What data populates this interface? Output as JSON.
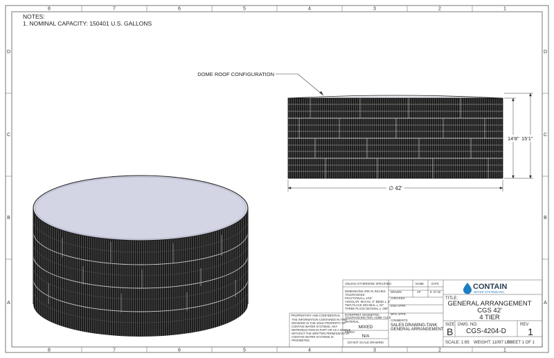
{
  "notes": {
    "heading": "NOTES:",
    "items": [
      "1. NOMINAL CAPACITY: 150401 U.S. GALLONS"
    ]
  },
  "zones": {
    "columns": [
      "8",
      "7",
      "6",
      "5",
      "4",
      "3",
      "2",
      "1"
    ],
    "rows": [
      "D",
      "C",
      "B",
      "A"
    ]
  },
  "callout": "DOME ROOF CONFIGURATION",
  "dimensions": {
    "height_inner": "14'8\"",
    "height_outer": "15'1\"",
    "diameter": "∅ 42'"
  },
  "title_block": {
    "company": "CONTAIN",
    "company_sub": "WATER SYSTEMS INC.",
    "title_label": "TITLE:",
    "title_lines": [
      "GENERAL ARRANGEMENT",
      "CGS 42'",
      "4 TIER"
    ],
    "size_label": "SIZE",
    "size": "B",
    "dwg_label": "DWG. NO.",
    "dwg_no": "CGS-4204-D",
    "rev_label": "REV",
    "rev": "1",
    "scale": "SCALE: 1:65",
    "weight": "WEIGHT: 11097 LBS",
    "sheet": "SHEET 1 OF 1",
    "unless": "UNLESS OTHERWISE SPECIFIED:",
    "name_col": "NAME",
    "date_col": "DATE",
    "dims_lines": [
      "DIMENSIONS ARE IN INCHES",
      "TOLERANCES:",
      "FRACTIONAL± 1/16\"",
      "ANGULAR: MACH± .5° BEND ± .5°",
      "TWO PLACE DECIMAL  ± .02\"",
      "THREE PLACE DECIMAL  ± .005\""
    ],
    "rows": [
      {
        "label": "DRAWN",
        "name": "AP",
        "date": "9. 27.18"
      },
      {
        "label": "CHECKED",
        "name": "",
        "date": ""
      },
      {
        "label": "ENG APPR.",
        "name": "",
        "date": ""
      },
      {
        "label": "MFG APPR.",
        "name": "",
        "date": ""
      }
    ],
    "interpret": [
      "INTERPRET GEOMETRIC",
      "TOLERANCING PER: ASME Y14.5"
    ],
    "material_label": "MATERIAL",
    "material": "MIXED",
    "finish_label": "FINISH",
    "finish": "N/A",
    "no_scale": "DO NOT SCALE DRAWING",
    "comments_label": "COMMENTS:",
    "comments": [
      "SALES DRAWING-TANK",
      "GENERAL ARRANGEMENT"
    ],
    "proprietary_title": "PROPRIETARY AND CONFIDENTIAL",
    "proprietary_lines": [
      "THE INFORMATION CONTAINED IN THIS",
      "DRAWING IS THE SOLE PROPERTY OF",
      "CONTAIN WATER SYSTEMS.  ANY",
      "REPRODUCTION IN PART OR AS A WHOLE",
      "WITHOUT THE WRITTEN PERMISSION OF",
      "CONTAIN WATER SYSTEMS IS",
      "PROHIBITED."
    ]
  }
}
